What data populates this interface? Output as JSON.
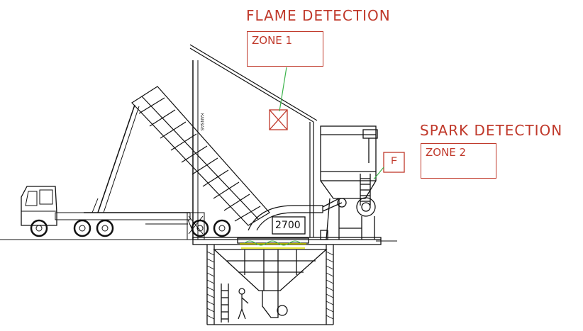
{
  "labels": {
    "flame_title": "FLAME DETECTION",
    "flame_zone": "ZONE 1",
    "spark_title": "SPARK DETECTION",
    "spark_zone": "ZONE 2",
    "f_marker": "F",
    "dimension": "2700",
    "mast_text": "KANSAS"
  },
  "colors": {
    "annotation": "#c0392b",
    "leader": "#3cb44b",
    "drawing": "#111111",
    "dust_zone": "#e6e600"
  }
}
